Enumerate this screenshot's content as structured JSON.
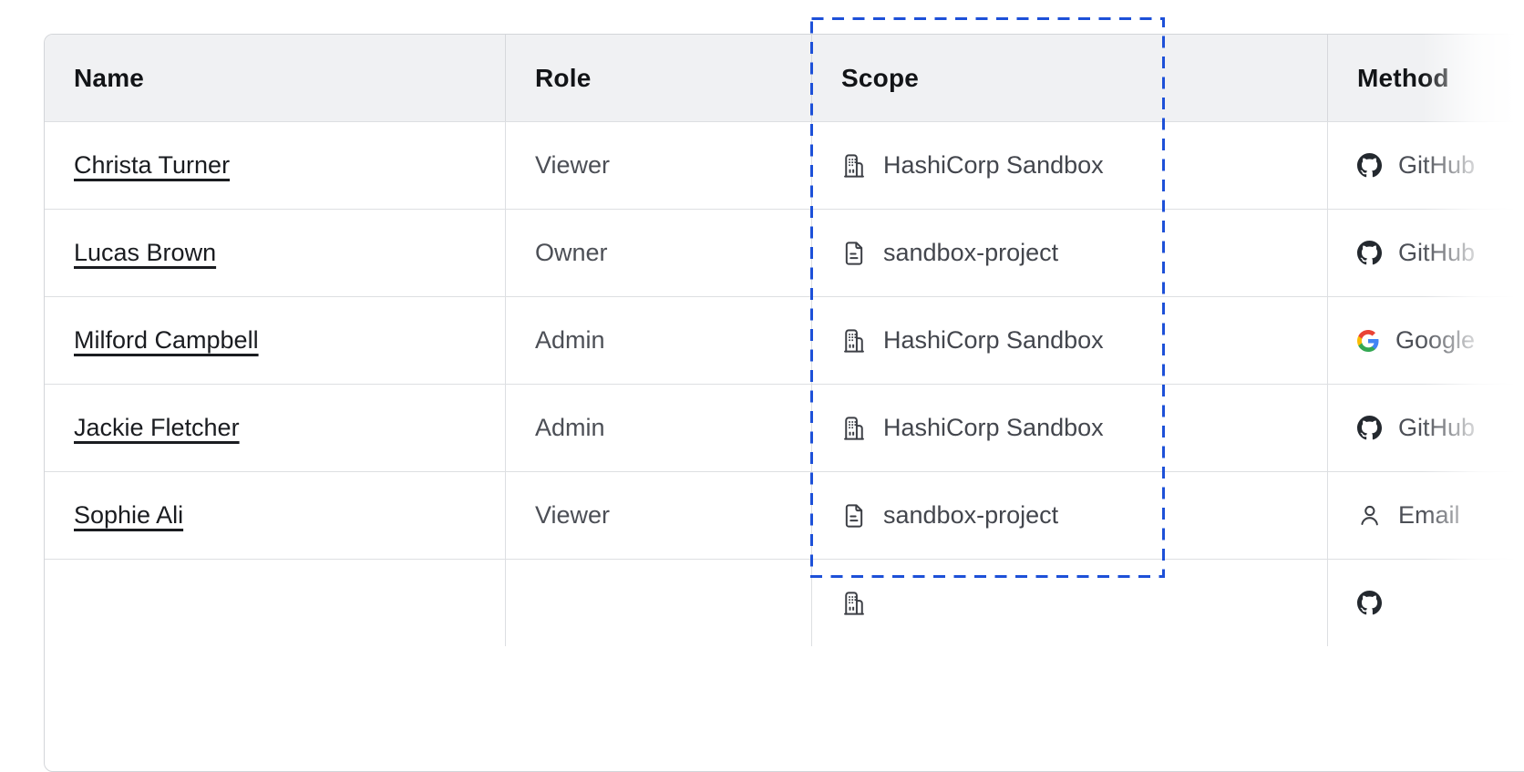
{
  "table": {
    "columns": [
      "Name",
      "Role",
      "Scope",
      "Method"
    ],
    "rows": [
      {
        "name": "Christa Turner",
        "role": "Viewer",
        "scope": {
          "icon": "org-icon",
          "label": "HashiCorp Sandbox"
        },
        "method": {
          "icon": "github-icon",
          "label": "GitHub"
        }
      },
      {
        "name": "Lucas Brown",
        "role": "Owner",
        "scope": {
          "icon": "document-icon",
          "label": "sandbox-project"
        },
        "method": {
          "icon": "github-icon",
          "label": "GitHub"
        }
      },
      {
        "name": "Milford Campbell",
        "role": "Admin",
        "scope": {
          "icon": "org-icon",
          "label": "HashiCorp Sandbox"
        },
        "method": {
          "icon": "google-icon",
          "label": "Google"
        }
      },
      {
        "name": "Jackie Fletcher",
        "role": "Admin",
        "scope": {
          "icon": "org-icon",
          "label": "HashiCorp Sandbox"
        },
        "method": {
          "icon": "github-icon",
          "label": "GitHub"
        }
      },
      {
        "name": "Sophie Ali",
        "role": "Viewer",
        "scope": {
          "icon": "document-icon",
          "label": "sandbox-project"
        },
        "method": {
          "icon": "email-icon",
          "label": "Email"
        }
      },
      {
        "name": "",
        "role": "",
        "scope": {
          "icon": "org-icon",
          "label": ""
        },
        "method": {
          "icon": "github-icon",
          "label": ""
        }
      }
    ]
  },
  "annotation": {
    "highlighted_column": "Scope",
    "style": "dashed-rectangle",
    "color": "#1d50d8"
  },
  "colors": {
    "header_bg": "#f0f1f3",
    "divider": "#dddfe2",
    "outer_border": "#d3d5d9",
    "header_text": "#121417",
    "name_text": "#1a1c20",
    "body_text": "#4c4f56",
    "icon": "#3c3f45",
    "github": "#24292f",
    "google_blue": "#4285F4",
    "google_green": "#34A853",
    "google_yellow": "#FBBC05",
    "google_red": "#EA4335"
  }
}
